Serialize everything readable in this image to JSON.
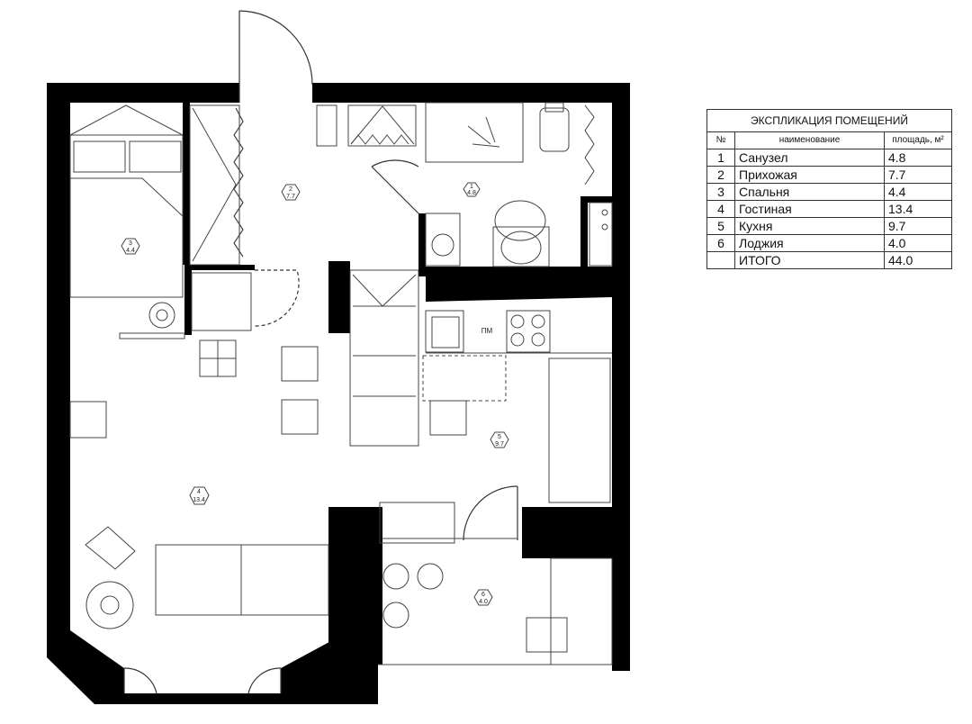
{
  "plan": {
    "room_labels": [
      {
        "num": "1",
        "area": "4.8"
      },
      {
        "num": "2",
        "area": "7.7"
      },
      {
        "num": "3",
        "area": "4.4"
      },
      {
        "num": "4",
        "area": "13.4"
      },
      {
        "num": "5",
        "area": "9.7"
      },
      {
        "num": "6",
        "area": "4.0"
      }
    ],
    "kitchen_marker": "ПМ"
  },
  "legend": {
    "title": "ЭКСПЛИКАЦИЯ ПОМЕЩЕНИЙ",
    "headers": {
      "num": "№",
      "name": "наименование",
      "area": "площадь, м²"
    },
    "rows": [
      {
        "num": "1",
        "name": "Санузел",
        "area": "4.8"
      },
      {
        "num": "2",
        "name": "Прихожая",
        "area": "7.7"
      },
      {
        "num": "3",
        "name": "Спальня",
        "area": "4.4"
      },
      {
        "num": "4",
        "name": "Гостиная",
        "area": "13.4"
      },
      {
        "num": "5",
        "name": "Кухня",
        "area": "9.7"
      },
      {
        "num": "6",
        "name": "Лоджия",
        "area": "4.0"
      }
    ],
    "total": {
      "label": "ИТОГО",
      "area": "44.0"
    }
  },
  "colors": {
    "wall": "#000000",
    "line": "#333333",
    "background": "#ffffff"
  }
}
